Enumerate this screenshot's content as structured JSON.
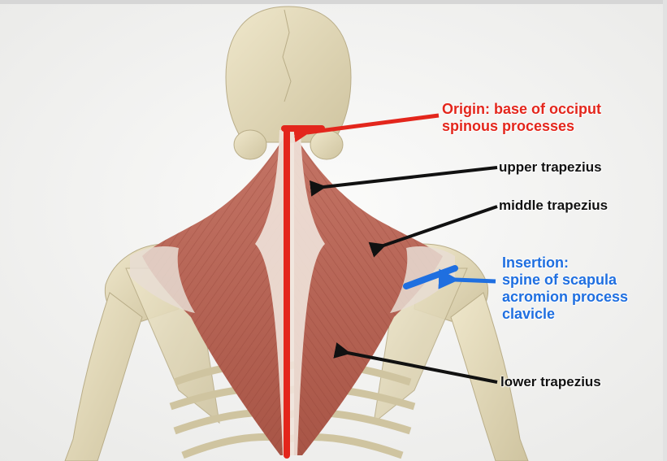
{
  "labels": {
    "origin": {
      "line1": "Origin: base  of occiput",
      "line2": "spinous processes"
    },
    "upper": "upper trapezius",
    "middle": "middle trapezius",
    "lower": "lower trapezius",
    "insertion": {
      "line1": "Insertion:",
      "line2": "spine of scapula",
      "line3": "acromion process",
      "line4": "clavicle"
    }
  },
  "colors": {
    "origin": "#e3261c",
    "insertion": "#1f6fe0",
    "pointer": "#111111",
    "muscle": "#b55a4c",
    "bone": "#e2d8b8"
  }
}
